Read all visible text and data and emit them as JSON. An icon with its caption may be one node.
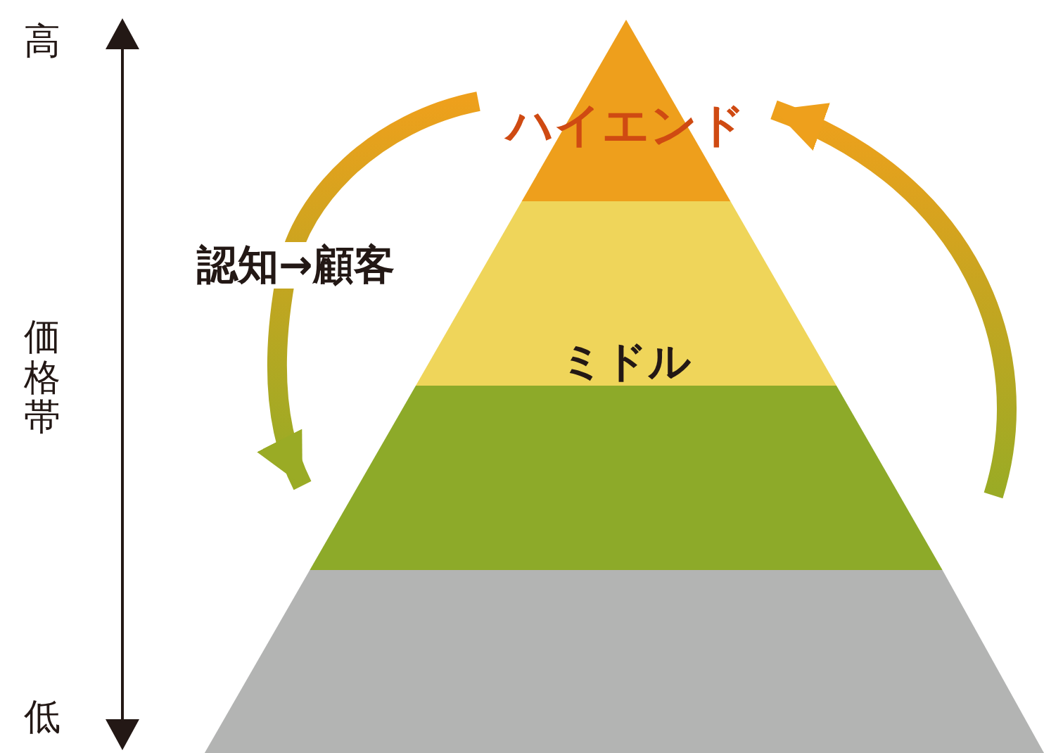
{
  "diagram": {
    "nodes": [
      {
        "text": [
          "ハイエンド"
        ]
      },
      {
        "text": [
          "ミドル"
        ]
      },
      {
        "text": [],
        "shape": "bar"
      },
      {
        "text": [],
        "shape": "bar"
      }
    ],
    "edges": [
      {
        "from": 0,
        "to": 2,
        "arrow": "to",
        "label": "認知→顧客"
      },
      {
        "from": null,
        "to": 0,
        "arrow": "to"
      }
    ],
    "labels": [
      "高",
      "価格帯",
      "低"
    ]
  }
}
